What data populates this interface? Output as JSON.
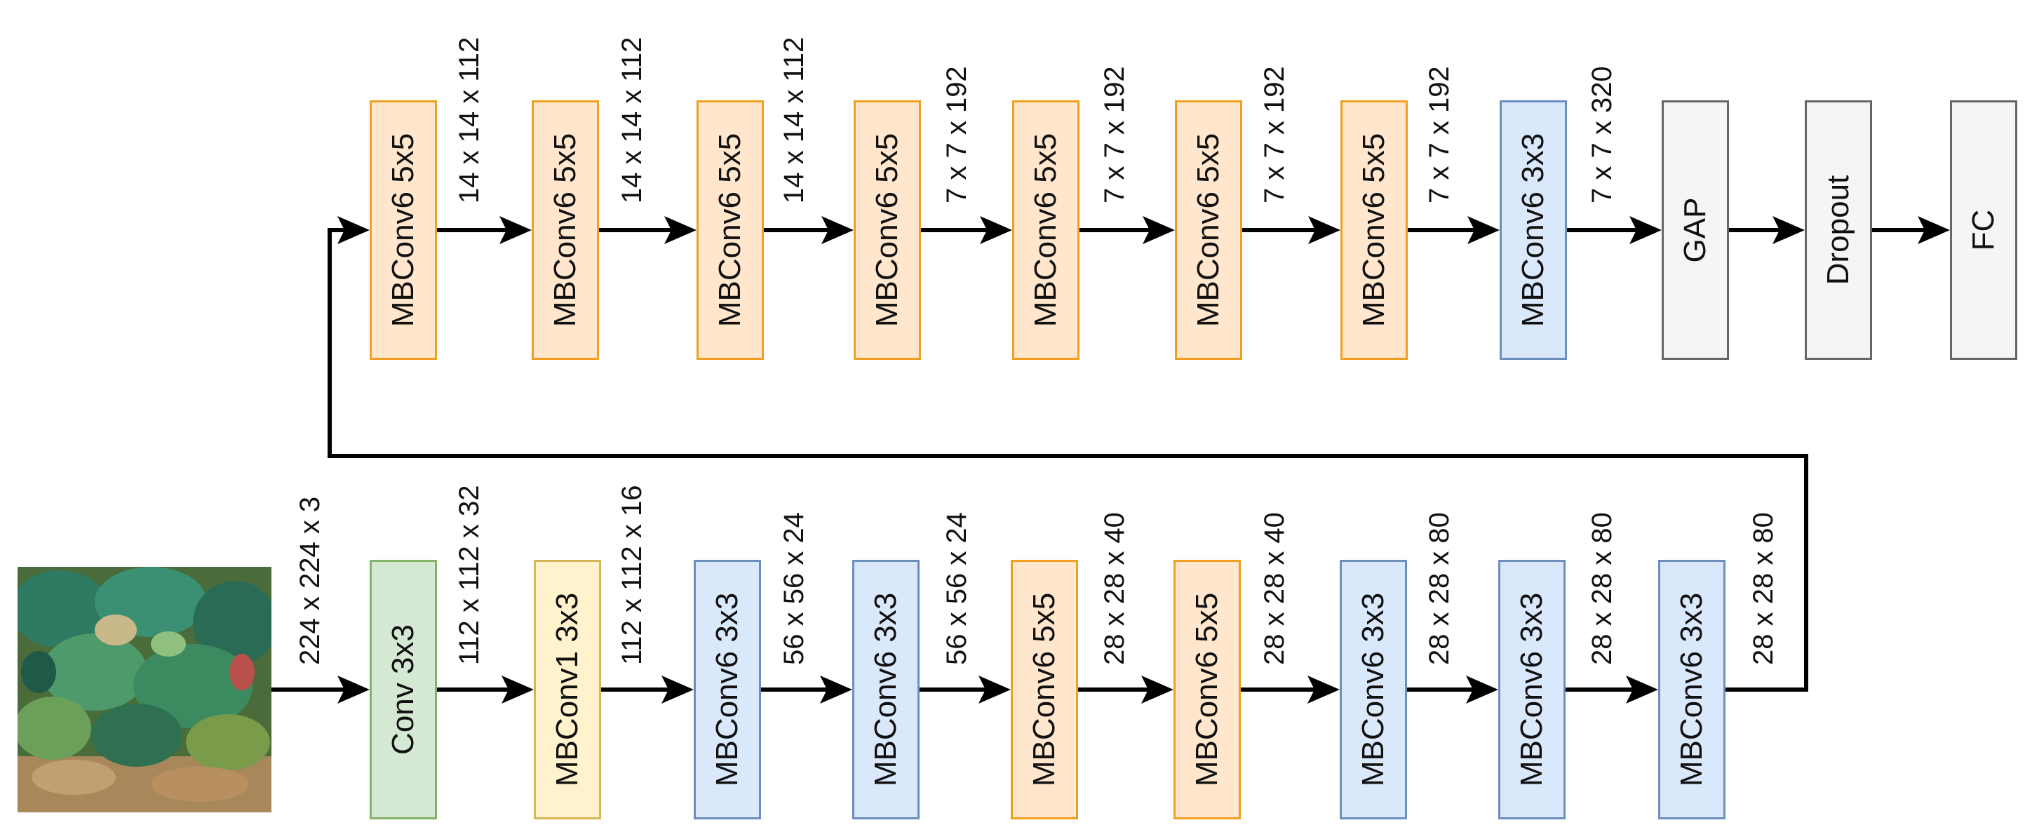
{
  "input_image": {
    "description_icon": "leaf-photo"
  },
  "top_row": {
    "blocks": [
      {
        "label": "MBConv6 5x5",
        "color": "orange"
      },
      {
        "label": "MBConv6 5x5",
        "color": "orange"
      },
      {
        "label": "MBConv6 5x5",
        "color": "orange"
      },
      {
        "label": "MBConv6 5x5",
        "color": "orange"
      },
      {
        "label": "MBConv6 5x5",
        "color": "orange"
      },
      {
        "label": "MBConv6 5x5",
        "color": "orange"
      },
      {
        "label": "MBConv6 5x5",
        "color": "orange"
      },
      {
        "label": "MBConv6 3x3",
        "color": "blue"
      },
      {
        "label": "GAP",
        "color": "gray"
      },
      {
        "label": "Dropout",
        "color": "gray"
      },
      {
        "label": "FC",
        "color": "gray"
      }
    ],
    "dims": [
      "14 x 14 x 112",
      "14 x 14 x 112",
      "14 x 14 x 112",
      "7 x 7 x 192",
      "7 x 7 x 192",
      "7 x 7 x 192",
      "7 x 7 x 192",
      "7 x 7 x 320"
    ]
  },
  "bottom_row": {
    "blocks": [
      {
        "label": "Conv 3x3",
        "color": "green"
      },
      {
        "label": "MBConv1 3x3",
        "color": "yellow"
      },
      {
        "label": "MBConv6 3x3",
        "color": "blue"
      },
      {
        "label": "MBConv6 3x3",
        "color": "blue"
      },
      {
        "label": "MBConv6 5x5",
        "color": "orange"
      },
      {
        "label": "MBConv6 5x5",
        "color": "orange"
      },
      {
        "label": "MBConv6 3x3",
        "color": "blue"
      },
      {
        "label": "MBConv6 3x3",
        "color": "blue"
      },
      {
        "label": "MBConv6 3x3",
        "color": "blue"
      }
    ],
    "dims": [
      "224 x 224 x 3",
      "112 x 112 x 32",
      "112 x 112 x 16",
      "56 x 56 x 24",
      "56 x 56 x 24",
      "28 x 28 x 40",
      "28 x 28 x 40",
      "28 x 28 x 80",
      "28 x 28 x 80",
      "28 x 28 x 80"
    ]
  },
  "colors": {
    "orange_fill": "#ffe6cc",
    "orange_border": "#f0a020",
    "blue_fill": "#dae8fc",
    "blue_border": "#6c8ebf",
    "green_fill": "#d5e8d4",
    "green_border": "#82b366",
    "yellow_fill": "#fff2cc",
    "yellow_border": "#d6b656",
    "gray_fill": "#f5f5f5",
    "gray_border": "#666666"
  }
}
